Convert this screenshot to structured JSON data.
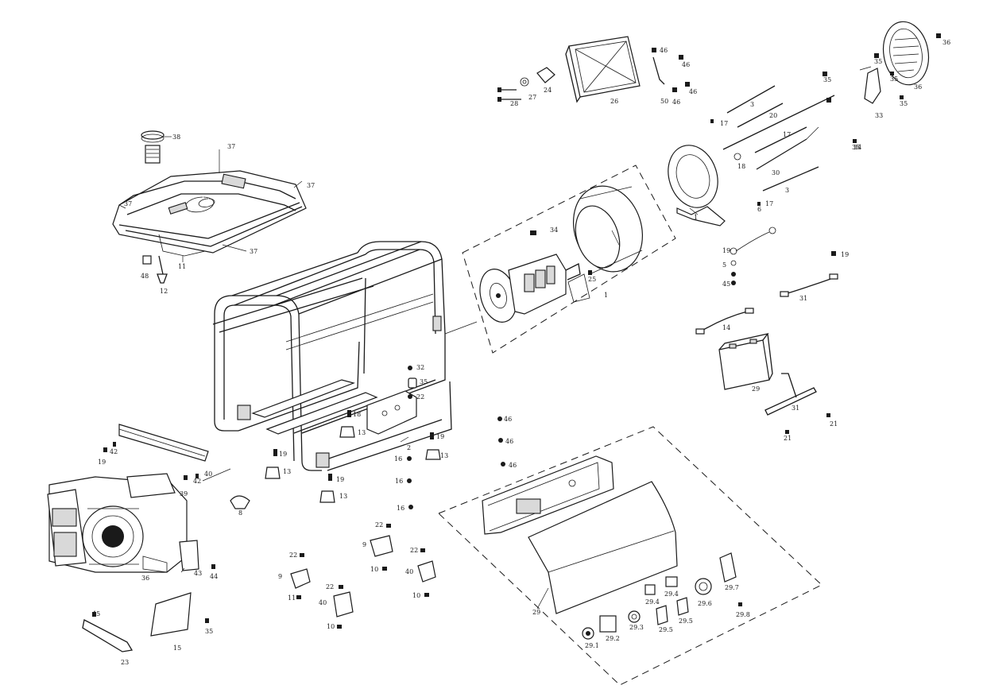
{
  "callouts": [
    {
      "id": "c1",
      "text": "38"
    },
    {
      "id": "c2",
      "text": "37"
    },
    {
      "id": "c3",
      "text": "37"
    },
    {
      "id": "c4",
      "text": "37"
    },
    {
      "id": "c5",
      "text": "37"
    },
    {
      "id": "c6",
      "text": "11"
    },
    {
      "id": "c7",
      "text": "48"
    },
    {
      "id": "c8",
      "text": "12"
    },
    {
      "id": "c9",
      "text": "28"
    },
    {
      "id": "c10",
      "text": "27"
    },
    {
      "id": "c11",
      "text": "24"
    },
    {
      "id": "c12",
      "text": "26"
    },
    {
      "id": "c13",
      "text": "46"
    },
    {
      "id": "c14",
      "text": "46"
    },
    {
      "id": "c15",
      "text": "50"
    },
    {
      "id": "c16",
      "text": "46"
    },
    {
      "id": "c17",
      "text": "46"
    },
    {
      "id": "c18",
      "text": "36"
    },
    {
      "id": "c19",
      "text": "35"
    },
    {
      "id": "c20",
      "text": "35"
    },
    {
      "id": "c21",
      "text": "35"
    },
    {
      "id": "c22",
      "text": "36"
    },
    {
      "id": "c23",
      "text": "35"
    },
    {
      "id": "c24",
      "text": "33"
    },
    {
      "id": "c25",
      "text": "34"
    },
    {
      "id": "c26",
      "text": "3"
    },
    {
      "id": "c27",
      "text": "20"
    },
    {
      "id": "c28",
      "text": "17"
    },
    {
      "id": "c29",
      "text": "17"
    },
    {
      "id": "c30",
      "text": "18"
    },
    {
      "id": "c31",
      "text": "35"
    },
    {
      "id": "c32",
      "text": "30"
    },
    {
      "id": "c33",
      "text": "3"
    },
    {
      "id": "c34",
      "text": "6"
    },
    {
      "id": "c35",
      "text": "17"
    },
    {
      "id": "c36",
      "text": "1"
    },
    {
      "id": "c37",
      "text": "34"
    },
    {
      "id": "c38",
      "text": "25"
    },
    {
      "id": "c39",
      "text": "1"
    },
    {
      "id": "c40",
      "text": "19"
    },
    {
      "id": "c41",
      "text": "5"
    },
    {
      "id": "c42",
      "text": "45"
    },
    {
      "id": "c43",
      "text": "19"
    },
    {
      "id": "c44",
      "text": "31"
    },
    {
      "id": "c45",
      "text": "14"
    },
    {
      "id": "c46",
      "text": "29"
    },
    {
      "id": "c47",
      "text": "31"
    },
    {
      "id": "c48",
      "text": "21"
    },
    {
      "id": "c49",
      "text": "21"
    },
    {
      "id": "c50",
      "text": "32"
    },
    {
      "id": "c51",
      "text": "35"
    },
    {
      "id": "c52",
      "text": "22"
    },
    {
      "id": "c53",
      "text": "18"
    },
    {
      "id": "c54",
      "text": "13"
    },
    {
      "id": "c55",
      "text": "2"
    },
    {
      "id": "c56",
      "text": "19"
    },
    {
      "id": "c57",
      "text": "13"
    },
    {
      "id": "c58",
      "text": "19"
    },
    {
      "id": "c59",
      "text": "13"
    },
    {
      "id": "c60",
      "text": "19"
    },
    {
      "id": "c61",
      "text": "13"
    },
    {
      "id": "c62",
      "text": "16"
    },
    {
      "id": "c63",
      "text": "16"
    },
    {
      "id": "c64",
      "text": "16"
    },
    {
      "id": "c65",
      "text": "46"
    },
    {
      "id": "c66",
      "text": "46"
    },
    {
      "id": "c67",
      "text": "46"
    },
    {
      "id": "c68",
      "text": "19"
    },
    {
      "id": "c69",
      "text": "42"
    },
    {
      "id": "c70",
      "text": "40"
    },
    {
      "id": "c71",
      "text": "39"
    },
    {
      "id": "c72",
      "text": "42"
    },
    {
      "id": "c73",
      "text": "8"
    },
    {
      "id": "c74",
      "text": "36"
    },
    {
      "id": "c75",
      "text": "43"
    },
    {
      "id": "c76",
      "text": "44"
    },
    {
      "id": "c77",
      "text": "45"
    },
    {
      "id": "c78",
      "text": "23"
    },
    {
      "id": "c79",
      "text": "15"
    },
    {
      "id": "c80",
      "text": "35"
    },
    {
      "id": "c81",
      "text": "22"
    },
    {
      "id": "c82",
      "text": "9"
    },
    {
      "id": "c83",
      "text": "11"
    },
    {
      "id": "c84",
      "text": "22"
    },
    {
      "id": "c85",
      "text": "40"
    },
    {
      "id": "c86",
      "text": "10"
    },
    {
      "id": "c87",
      "text": "22"
    },
    {
      "id": "c88",
      "text": "9"
    },
    {
      "id": "c89",
      "text": "10"
    },
    {
      "id": "c90",
      "text": "22"
    },
    {
      "id": "c91",
      "text": "40"
    },
    {
      "id": "c92",
      "text": "10"
    },
    {
      "id": "c93",
      "text": "29"
    },
    {
      "id": "c94",
      "text": "29.1"
    },
    {
      "id": "c95",
      "text": "29.2"
    },
    {
      "id": "c96",
      "text": "29.3"
    },
    {
      "id": "c97",
      "text": "29.4"
    },
    {
      "id": "c98",
      "text": "29.4"
    },
    {
      "id": "c99",
      "text": "29.5"
    },
    {
      "id": "c100",
      "text": "29.5"
    },
    {
      "id": "c101",
      "text": "29.6"
    },
    {
      "id": "c102",
      "text": "29.7"
    },
    {
      "id": "c103",
      "text": "29.8"
    }
  ]
}
